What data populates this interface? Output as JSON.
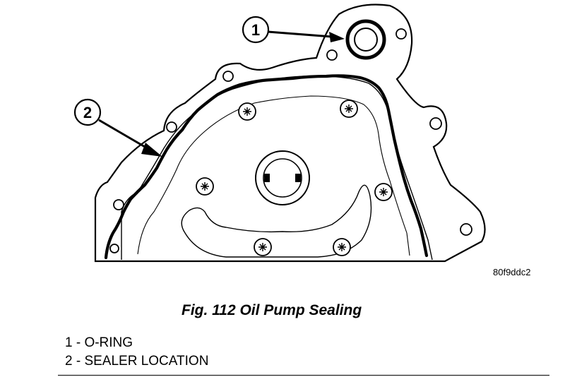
{
  "figure": {
    "image_code": "80f9ddc2",
    "caption": "Fig. 112 Oil Pump Sealing"
  },
  "callouts": [
    {
      "number": "1",
      "label": "O-RING"
    },
    {
      "number": "2",
      "label": "SEALER LOCATION"
    }
  ],
  "legend": [
    "1 - O-RING",
    "2 - SEALER LOCATION"
  ],
  "colors": {
    "ink": "#000000",
    "paper": "#ffffff"
  }
}
